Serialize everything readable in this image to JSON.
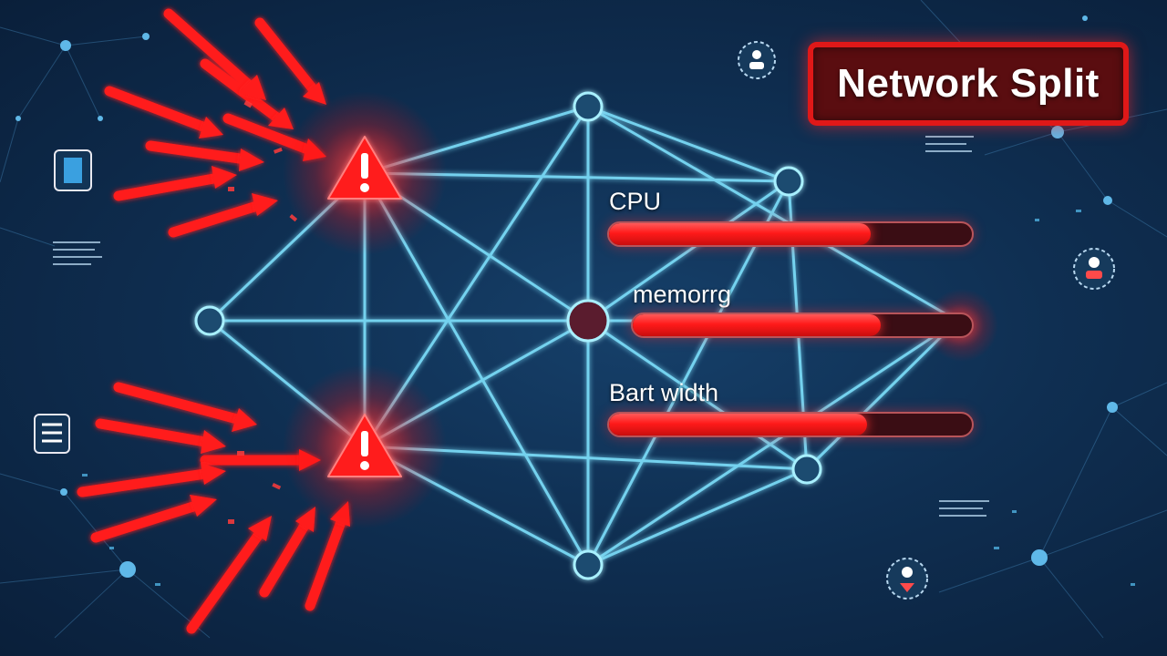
{
  "title": "Network Split",
  "colors": {
    "alert_red": "#ff2020",
    "link_cyan": "#7fe3ff",
    "background": "#0f2f52"
  },
  "icons": [
    "alert-triangle-icon",
    "server-icon",
    "user-icon",
    "document-icon"
  ],
  "metrics": [
    {
      "label": "CPU",
      "fill_fraction": 0.72
    },
    {
      "label": "memorrg",
      "fill_fraction": 0.73
    },
    {
      "label": "Bart width",
      "fill_fraction": 0.71
    }
  ]
}
